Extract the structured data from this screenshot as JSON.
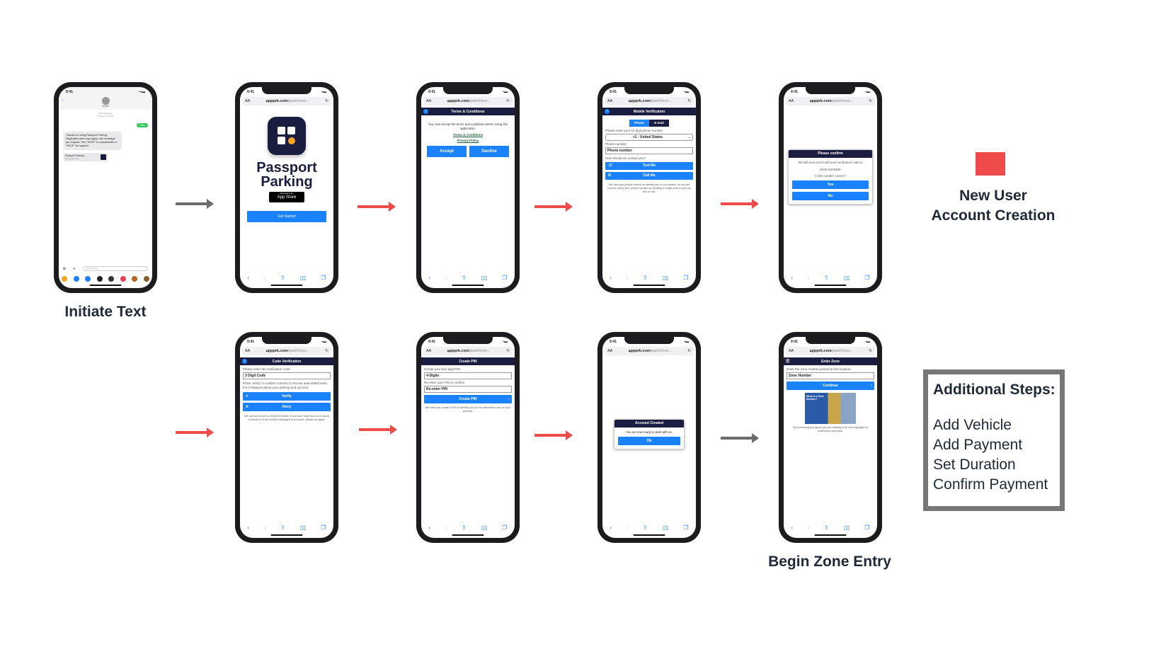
{
  "status_time": "9:41",
  "url": {
    "aa": "AA",
    "domain": "ppprk.com",
    "path": "/park/#zon..."
  },
  "phones": {
    "sms": {
      "contact": "29323",
      "meta": "Text Message\nMonday 1:30 PM",
      "sent": "Park",
      "received": "Thanks for using Passport Parking. Msg&data rates may apply, one message per request. Text \"STOP\" to unsubscribe or \"HELP\" for support.",
      "link_title": "Passport Parking",
      "link_url": "www.ppprk.com",
      "input_placeholder": "Text Message"
    },
    "landing": {
      "title1": "Passport",
      "title2": "Parking",
      "store_small": "Download on the",
      "store": "App Store",
      "cta": "Get Started"
    },
    "terms": {
      "header": "Terms & Conditions",
      "body": "You must accept the terms and conditions before using this application.",
      "link1": "Terms & Conditions",
      "link2": "Privacy Policy",
      "accept": "Accept",
      "decline": "Decline"
    },
    "mobile": {
      "header": "Mobile Verification",
      "tab_phone": "Phone",
      "tab_email": "E-mail",
      "prompt": "Please enter your 10 digit phone number",
      "country": "+1 - United States",
      "phone_label": "Phone number",
      "phone_placeholder": "Phone number",
      "contact_q": "How should we contact you?",
      "text_me": "Text Me",
      "call_me": "Call Me",
      "note": "We use your phone number to identify you in our system, so we just need to verify your phone number by sending a 3 digit code to you via text or call."
    },
    "confirm": {
      "header": "Please confirm",
      "body": "We will send a text with your verification code to",
      "number": "(919) 619-6846",
      "question": "Is this number correct?",
      "yes": "Yes",
      "no": "No"
    },
    "code": {
      "header": "Code Verification",
      "prompt": "Please enter the verification code",
      "placeholder": "3 Digit Code",
      "consent": "Press 'Verify' to confirm consent to receive auto-dialed texts from Passport about your parking and account.",
      "verify": "Verify",
      "retry": "Retry",
      "note": "We just sent a text to (919) 619-6846. If you don't hear from us in about a minute or if the number displayed is incorrect, please try again."
    },
    "pin": {
      "header": "Create PIN",
      "prompt": "Create your four digit PIN",
      "placeholder1": "4-Digits",
      "prompt2": "Re-enter your PIN to confirm",
      "placeholder2": "Re-enter PIN",
      "button": "Create PIN",
      "note": "We have you create a PIN to identify you as the authorized user on your account."
    },
    "created": {
      "header": "Account Created",
      "body": "You are now ready to park with us.",
      "ok": "Ok"
    },
    "zone": {
      "header": "Enter Zone",
      "prompt": "Enter the zone number posted at this location:",
      "placeholder": "Zone Number",
      "button": "Continue",
      "image_text": "What is a Zone Number?",
      "note": "By continuing you agree you are abiding to all zone signage on restrictions and rules."
    }
  },
  "captions": {
    "initiate": "Initiate Text",
    "begin_zone": "Begin Zone Entry"
  },
  "legend": {
    "color": "#ef4b4b",
    "label1": "New User",
    "label2": "Account Creation"
  },
  "additional": {
    "title": "Additional Steps:",
    "items": [
      "Add Vehicle",
      "Add Payment",
      "Set Duration",
      "Confirm Payment"
    ]
  }
}
